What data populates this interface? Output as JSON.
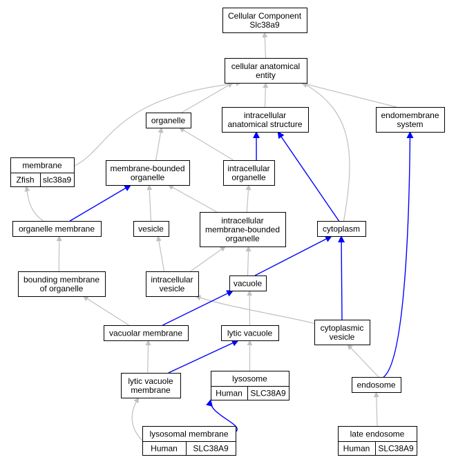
{
  "nodes": {
    "cellular_component": [
      "Cellular Component",
      "Slc38a9"
    ],
    "cellular_anatomical_entity": [
      "cellular anatomical",
      "entity"
    ],
    "organelle": [
      "organelle"
    ],
    "intracellular_anatomical_structure": [
      "intracellular",
      "anatomical structure"
    ],
    "endomembrane_system": [
      "endomembrane",
      "system"
    ],
    "membrane": [
      "membrane"
    ],
    "membrane_bounded_organelle": [
      "membrane-bounded",
      "organelle"
    ],
    "intracellular_organelle": [
      "intracellular",
      "organelle"
    ],
    "organelle_membrane": [
      "organelle membrane"
    ],
    "vesicle": [
      "vesicle"
    ],
    "intracellular_mb_organelle": [
      "intracellular",
      "membrane-bounded",
      "organelle"
    ],
    "cytoplasm": [
      "cytoplasm"
    ],
    "bounding_membrane": [
      "bounding membrane",
      "of organelle"
    ],
    "intracellular_vesicle": [
      "intracellular",
      "vesicle"
    ],
    "vacuole": [
      "vacuole"
    ],
    "vacuolar_membrane": [
      "vacuolar membrane"
    ],
    "lytic_vacuole": [
      "lytic vacuole"
    ],
    "cytoplasmic_vesicle": [
      "cytoplasmic",
      "vesicle"
    ],
    "lytic_vacuole_membrane": [
      "lytic vacuole",
      "membrane"
    ],
    "lysosome": [
      "lysosome"
    ],
    "endosome": [
      "endosome"
    ],
    "lysosomal_membrane": [
      "lysosomal membrane"
    ],
    "late_endosome": [
      "late endosome"
    ]
  },
  "annotations": {
    "membrane": {
      "species": "Zfish",
      "gene": "slc38a9",
      "color": "#5f8ce8"
    },
    "lysosome": {
      "species": "Human",
      "gene": "SLC38A9",
      "color": "#f36048"
    },
    "lysosomal_membrane": {
      "species": "Human",
      "gene": "SLC38A9",
      "color": "#f36048"
    },
    "late_endosome": {
      "species": "Human",
      "gene": "SLC38A9",
      "color": "#f36048"
    }
  },
  "colors": {
    "is_a_edge": "#c0c0c0",
    "part_of_edge": "#0000ff"
  }
}
